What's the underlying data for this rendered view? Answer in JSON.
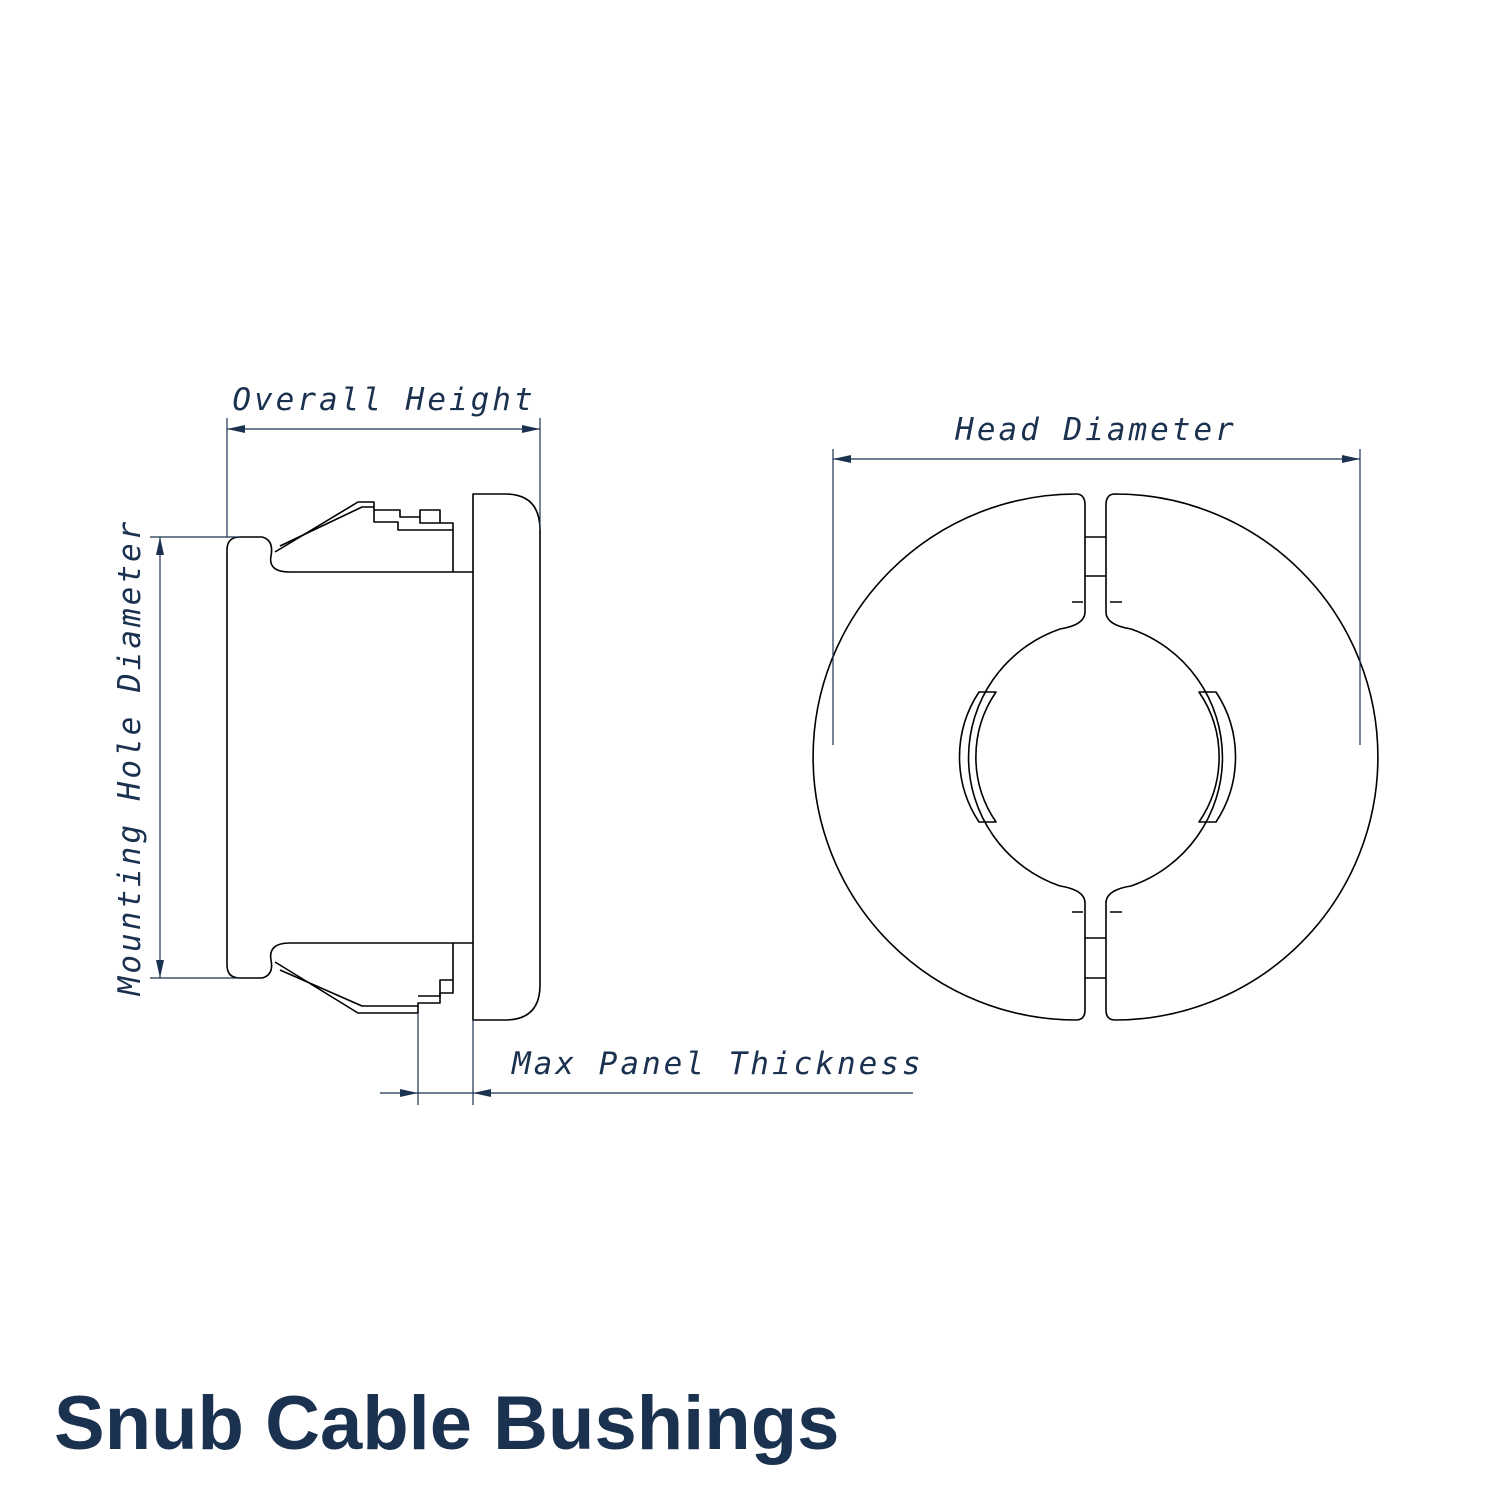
{
  "title": "Snub Cable Bushings",
  "labels": {
    "overall_height": "Overall Height",
    "head_diameter": "Head Diameter",
    "mounting_hole_diameter": "Mounting Hole Diameter",
    "max_panel_thickness": "Max Panel Thickness"
  },
  "colors": {
    "label": "#1b3150",
    "outline": "#000000"
  }
}
